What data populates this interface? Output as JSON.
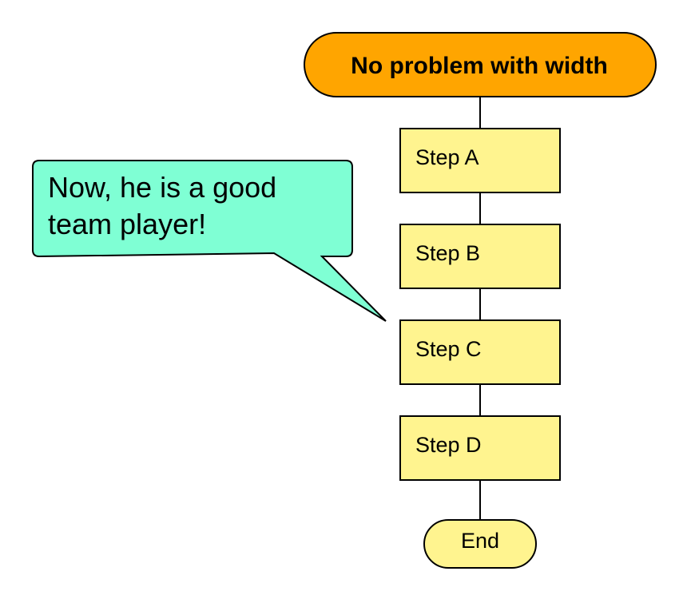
{
  "diagram": {
    "start": {
      "label": "No problem with width"
    },
    "steps": [
      {
        "label": "Step A"
      },
      {
        "label": "Step B"
      },
      {
        "label": "Step C"
      },
      {
        "label": "Step D"
      }
    ],
    "end": {
      "label": "End"
    },
    "callout": {
      "line1": "Now, he is a good",
      "line2": "team player!"
    }
  },
  "colors": {
    "start_fill": "#FFA500",
    "step_fill": "#FFF48F",
    "end_fill": "#FFF48F",
    "callout_fill": "#7FFFD4",
    "stroke": "#000000"
  }
}
